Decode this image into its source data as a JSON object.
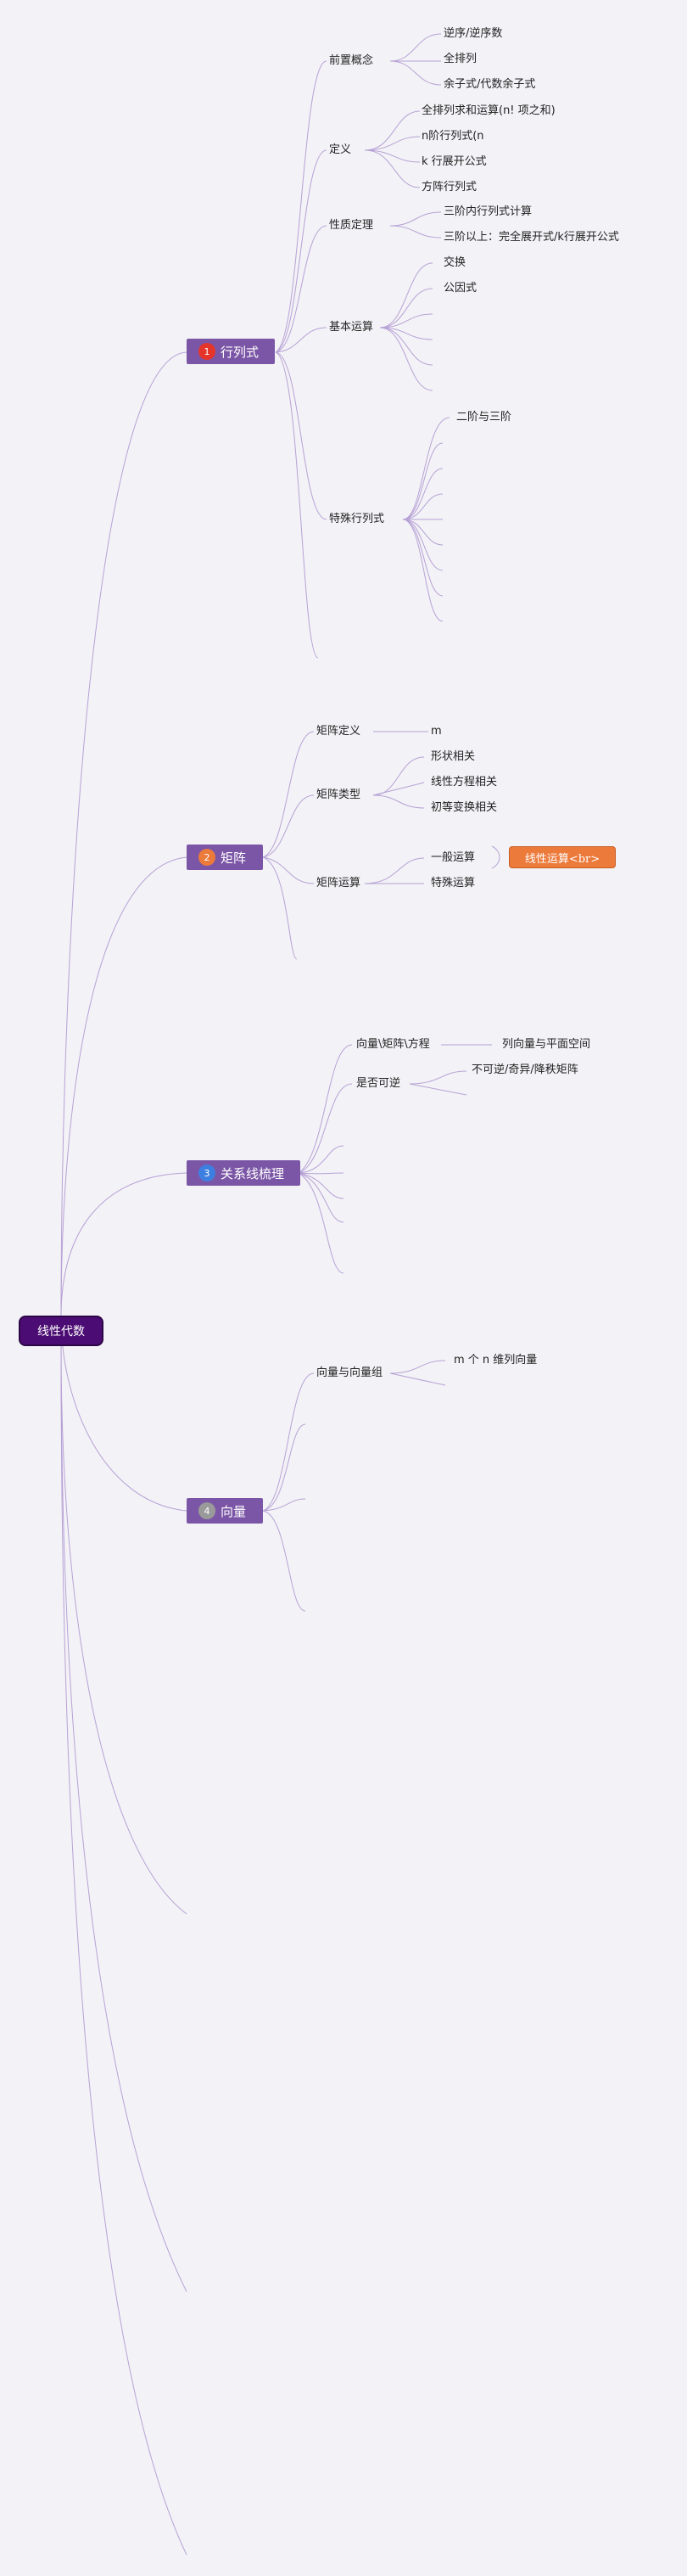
{
  "root": {
    "label": "线性代数"
  },
  "topics": [
    {
      "label": "行列式",
      "badge": "1",
      "badge_color": "#e5352a"
    },
    {
      "label": "矩阵",
      "badge": "2",
      "badge_color": "#ec7a3b"
    },
    {
      "label": "关系线梳理",
      "badge": "3",
      "badge_color": "#3d7fe0"
    },
    {
      "label": "向量",
      "badge": "4",
      "badge_color": "#9a9a9a"
    }
  ],
  "determinant": {
    "subtopics": [
      "前置概念",
      "定义",
      "性质定理",
      "基本运算",
      "特殊行列式"
    ],
    "prereq": [
      "逆序/逆序数",
      "全排列",
      "余子式/代数余子式"
    ],
    "definition": [
      "全排列求和运算(n! 项之和)",
      "n阶行列式(n",
      "k 行展开公式",
      "方阵行列式"
    ],
    "properties": [
      "三阶内行列式计算",
      "三阶以上：完全展开式/k行展开公式"
    ],
    "basic_ops": [
      "交换",
      "公因式"
    ],
    "special": [
      "二阶与三阶"
    ]
  },
  "matrix": {
    "subtopics": [
      "矩阵定义",
      "矩阵类型",
      "矩阵运算"
    ],
    "definition": [
      "m"
    ],
    "types": [
      "形状相关",
      "线性方程相关",
      "初等变换相关"
    ],
    "ops": [
      "一般运算",
      "特殊运算"
    ],
    "tag": "线性运算<br>"
  },
  "relations": {
    "subtopics": [
      "向量\\矩阵\\方程",
      "是否可逆"
    ],
    "vmq": [
      "列向量与平面空间"
    ],
    "invertible": [
      "不可逆/奇异/降秩矩阵"
    ]
  },
  "vector": {
    "subtopics": [
      "向量与向量组"
    ],
    "group": [
      "m 个 n 维列向量"
    ]
  },
  "colors": {
    "line": "#b7a2d6",
    "node": "#7b56a6",
    "root": "#4b0c73",
    "tag": "#ec7a3b"
  }
}
